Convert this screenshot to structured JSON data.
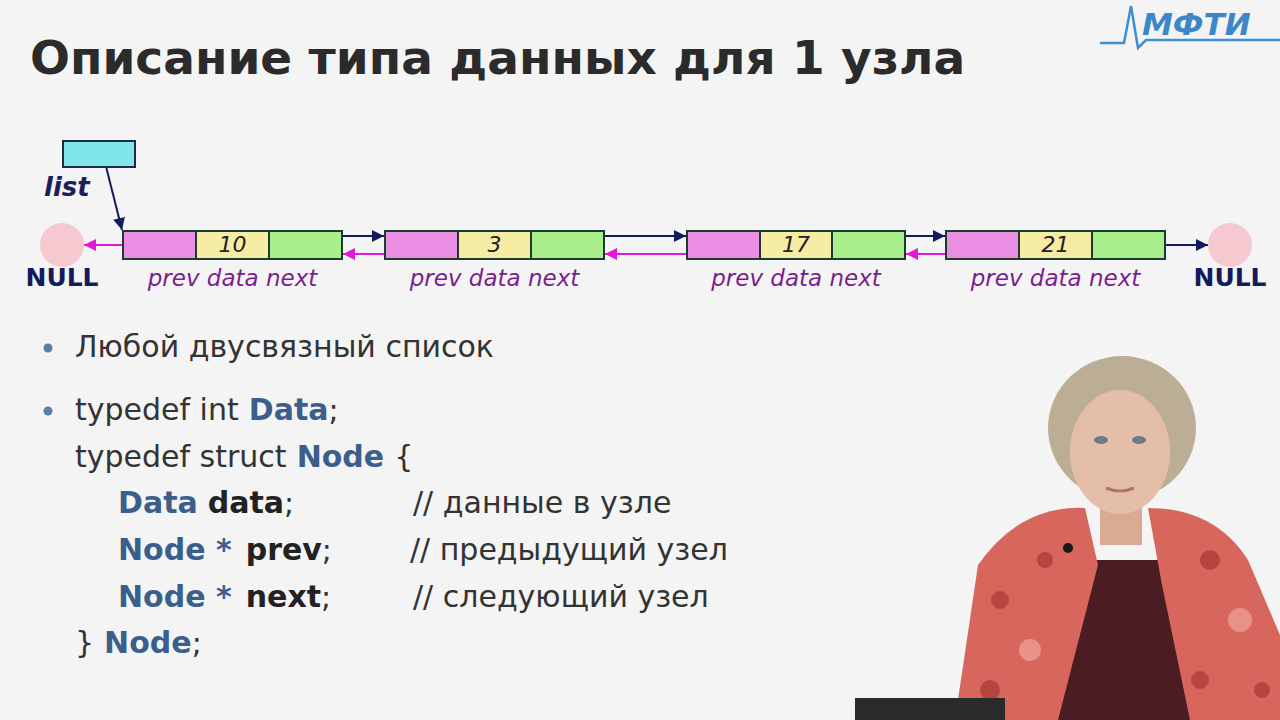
{
  "diagram": {
    "title": "Описание типа данных для 1 узла",
    "nodes": [
      {
        "text": [
          "list"
        ]
      },
      {
        "text": [
          "NULL"
        ]
      },
      {
        "text": [
          "10",
          "prev data next"
        ]
      },
      {
        "text": [
          "3",
          "prev data next"
        ]
      },
      {
        "text": [
          "17",
          "prev data next"
        ]
      },
      {
        "text": [
          "21",
          "prev data next"
        ]
      },
      {
        "text": [
          "NULL"
        ]
      }
    ],
    "edges": [
      {
        "from": 0,
        "to": 2,
        "arrow": "to"
      },
      {
        "from": 2,
        "to": 1,
        "arrow": "to"
      },
      {
        "from": 2,
        "to": 3,
        "arrow": "to"
      },
      {
        "from": 3,
        "to": 2,
        "arrow": "to"
      },
      {
        "from": 3,
        "to": 4,
        "arrow": "to"
      },
      {
        "from": 4,
        "to": 3,
        "arrow": "to"
      },
      {
        "from": 4,
        "to": 5,
        "arrow": "to"
      },
      {
        "from": 5,
        "to": 4,
        "arrow": "to"
      },
      {
        "from": 5,
        "to": 6,
        "arrow": "to"
      }
    ],
    "labels": [
      "МФТИ",
      "Любой двусвязный список",
      "typedef int",
      "Data",
      ";",
      "typedef struct",
      "Node",
      "{",
      "Data",
      "data",
      ";",
      "// данные в узле",
      "Node *",
      "prev",
      ";",
      "// предыдущий узел",
      "Node *",
      "next",
      ";",
      "// следующий узел",
      "}",
      "Node",
      ";"
    ]
  }
}
